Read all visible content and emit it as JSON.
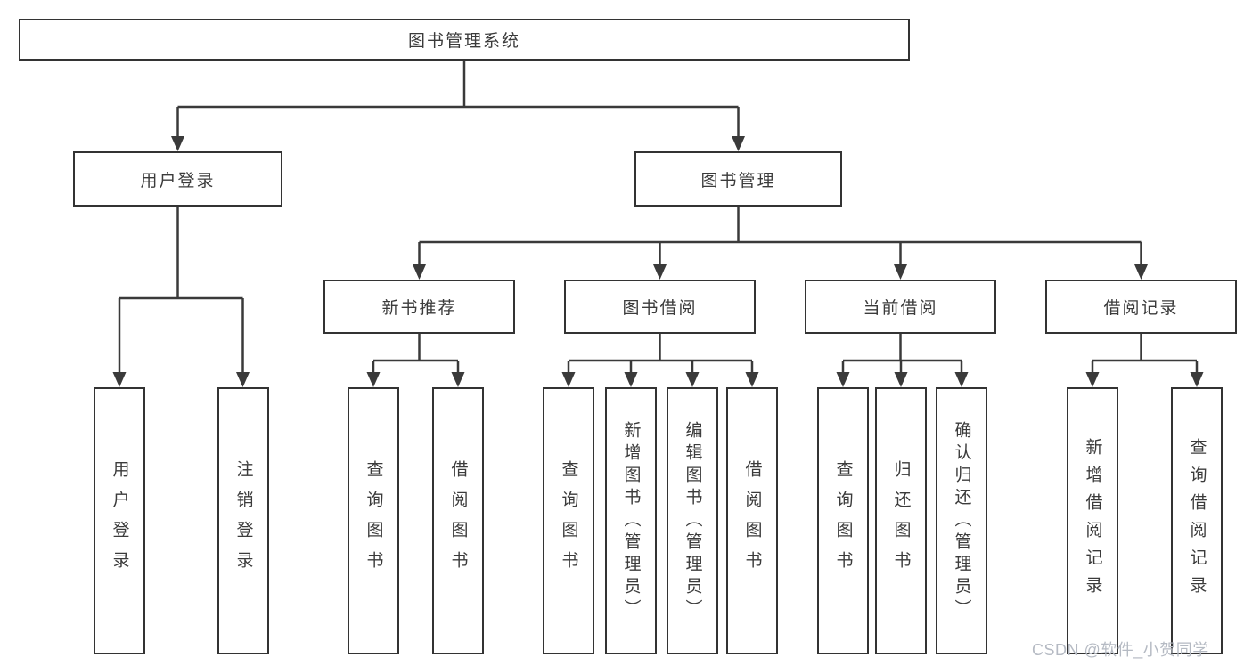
{
  "diagram": {
    "root": "图书管理系统",
    "level2": {
      "user": "用户登录",
      "book": "图书管理"
    },
    "level3": {
      "newbook": "新书推荐",
      "borrow": "图书借阅",
      "current": "当前借阅",
      "records": "借阅记录"
    },
    "leaves": {
      "user_login": "用户登录",
      "logout": "注销登录",
      "nb_query": "查询图书",
      "nb_borrow": "借阅图书",
      "bw_query": "查询图书",
      "bw_add": "新增图书（管理员）",
      "bw_edit": "编辑图书（管理员）",
      "bw_borrow": "借阅图书",
      "cur_query": "查询图书",
      "cur_return": "归还图书",
      "cur_confirm": "确认归还（管理员）",
      "rec_add": "新增借阅记录",
      "rec_query": "查询借阅记录"
    }
  },
  "watermark": {
    "text": "CSDN @软件_小贺同学",
    "color": "#b5bac3"
  },
  "colors": {
    "line": "#3a3a3a",
    "border": "#333333",
    "text": "#3b3b3b",
    "background": "#ffffff"
  }
}
